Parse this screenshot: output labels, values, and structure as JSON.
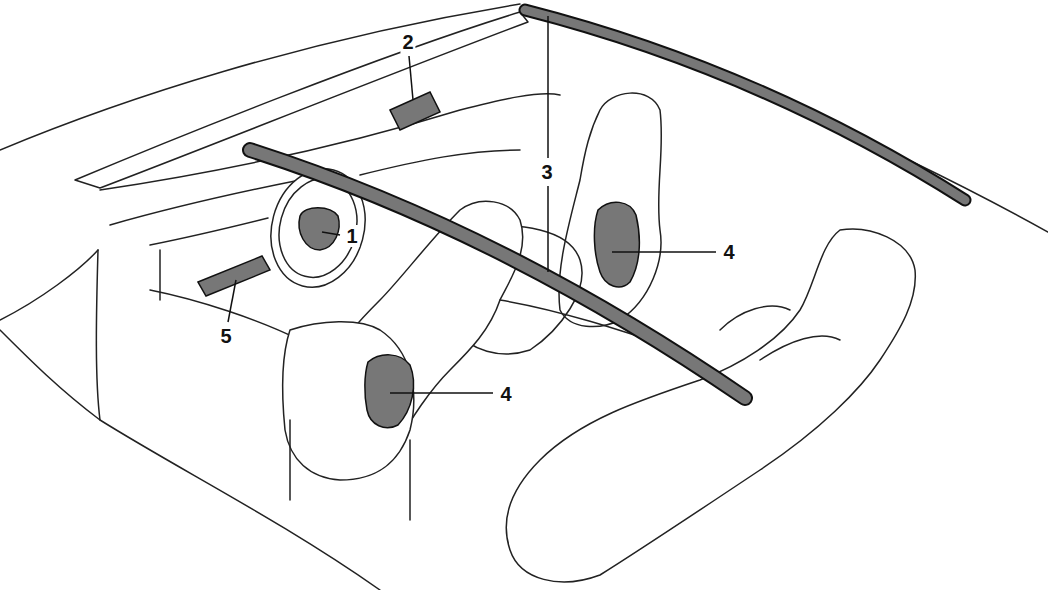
{
  "diagram": {
    "labels": [
      "2",
      "3",
      "1",
      "4",
      "5",
      "4"
    ]
  }
}
